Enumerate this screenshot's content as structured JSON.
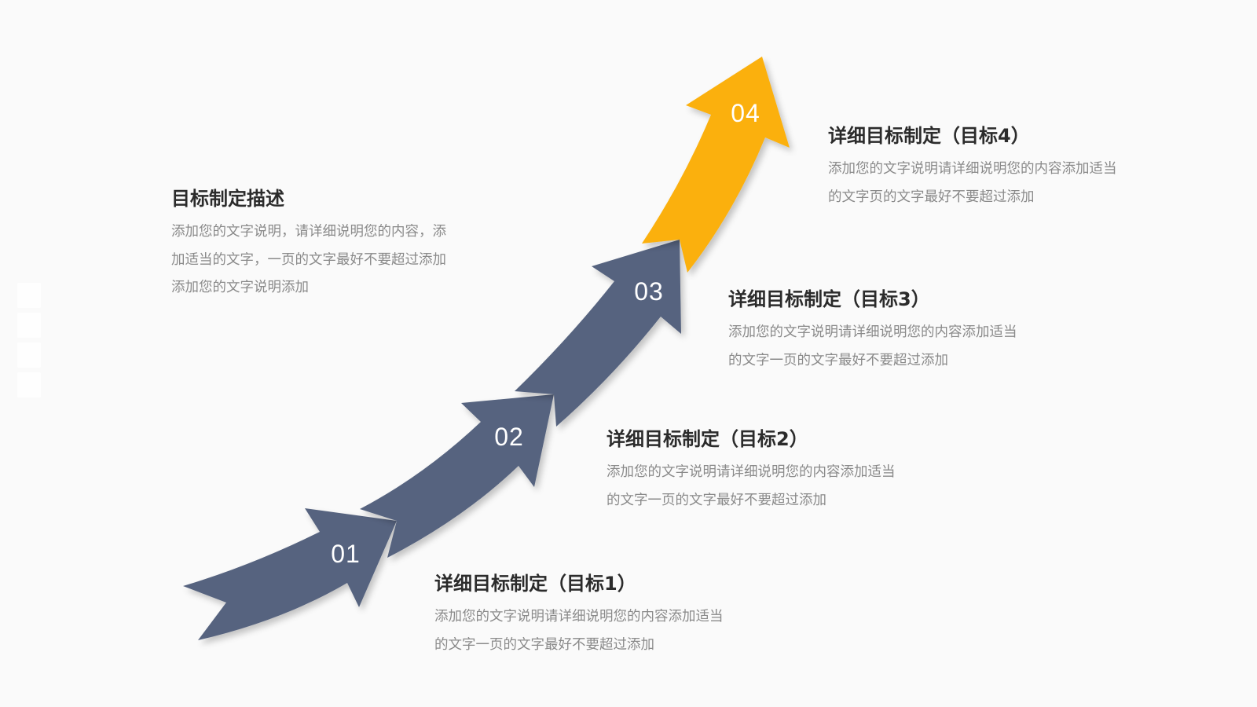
{
  "colors": {
    "background": "#fafafa",
    "arrow_primary": "#56637f",
    "arrow_accent": "#fbb00f",
    "title_text": "#2b2b2b",
    "body_text": "#8a8a8a",
    "number_text": "#ffffff"
  },
  "side_label": {
    "glyph_count": 4,
    "color": "#ffffff"
  },
  "intro": {
    "title": "目标制定描述",
    "lines": [
      "添加您的文字说明，请详细说明您的内容，添",
      "加适当的文字，一页的文字最好不要超过添加",
      "添加您的文字说明添加"
    ]
  },
  "steps": [
    {
      "number": "01",
      "title": "详细目标制定（目标1）",
      "lines": [
        "添加您的文字说明请详细说明您的内容添加适当",
        "的文字一页的文字最好不要超过添加"
      ],
      "color": "#56637f"
    },
    {
      "number": "02",
      "title": "详细目标制定（目标2）",
      "lines": [
        "添加您的文字说明请详细说明您的内容添加适当",
        "的文字一页的文字最好不要超过添加"
      ],
      "color": "#56637f"
    },
    {
      "number": "03",
      "title": "详细目标制定（目标3）",
      "lines": [
        "添加您的文字说明请详细说明您的内容添加适当",
        "的文字一页的文字最好不要超过添加"
      ],
      "color": "#56637f"
    },
    {
      "number": "04",
      "title": "详细目标制定（目标4）",
      "lines": [
        "添加您的文字说明请详细说明您的内容添加适当",
        "的文字页的文字最好不要超过添加"
      ],
      "color": "#fbb00f"
    }
  ]
}
